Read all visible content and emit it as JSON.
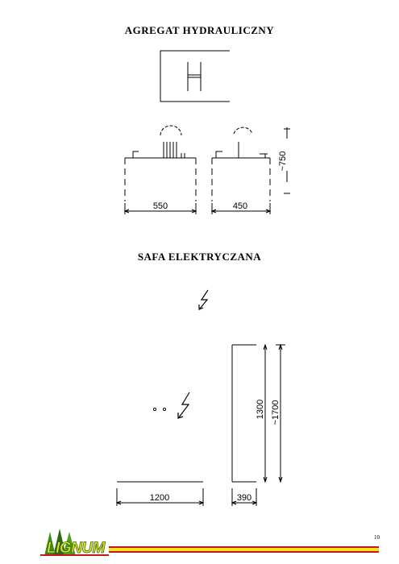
{
  "section1": {
    "title": "AGREGAT HYDRAULICZNY",
    "dimensions": {
      "width_front": "550",
      "width_side": "450",
      "height": "~750"
    }
  },
  "section2": {
    "title": "SAFA ELEKTRYCZANA",
    "dimensions": {
      "width_front": "1200",
      "depth": "390",
      "height_inner": "1300",
      "height_total": "~1700"
    }
  },
  "footer": {
    "page_number": "10",
    "logo_text": "LIGNUM",
    "colors": {
      "bar_red": "#c4161c",
      "bar_yellow": "#f4e21d",
      "logo_green": "#2e6b12"
    }
  }
}
